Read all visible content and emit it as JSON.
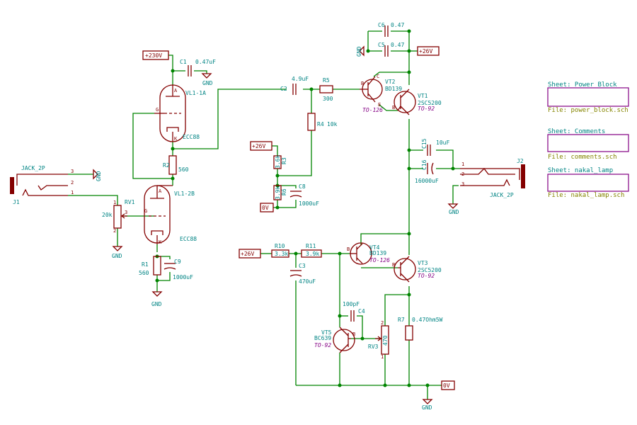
{
  "power": {
    "hv": "+230V",
    "v26": "+26V",
    "zero": "0V",
    "gnd": "GND"
  },
  "tubes": {
    "vl1a": {
      "ref": "VL1-1A",
      "value": "ECC88"
    },
    "vl1b": {
      "ref": "VL1-2B",
      "value": "ECC88"
    }
  },
  "transistors": {
    "vt1": {
      "ref": "VT1",
      "value": "2SC5200",
      "pkg": "TO-92"
    },
    "vt2": {
      "ref": "VT2",
      "value": "BD139",
      "pkg": "TO-126"
    },
    "vt3": {
      "ref": "VT3",
      "value": "2SC5200",
      "pkg": "TO-92"
    },
    "vt4": {
      "ref": "VT4",
      "value": "BD139",
      "pkg": "TO-126"
    },
    "vt5": {
      "ref": "VT5",
      "value": "BC639",
      "pkg": "TO-92"
    }
  },
  "resistors": {
    "r1": {
      "ref": "R1",
      "value": "560"
    },
    "r2": {
      "ref": "R2",
      "value": "560"
    },
    "r3": {
      "ref": "R3",
      "value": "3.6k"
    },
    "r4": {
      "ref": "R4",
      "value": "10k"
    },
    "r5": {
      "ref": "R5",
      "value": "300"
    },
    "r6": {
      "ref": "R6",
      "value": "3.9k"
    },
    "r7": {
      "ref": "R7",
      "value": "0.47Ohm5W"
    },
    "r10": {
      "ref": "R10",
      "value": "3.3k"
    },
    "r11": {
      "ref": "R11",
      "value": "3.9k"
    },
    "rv1": {
      "ref": "RV1",
      "value": "20k"
    },
    "rv3": {
      "ref": "RV3",
      "value": "470"
    }
  },
  "capacitors": {
    "c1": {
      "ref": "C1",
      "value": "0.47uF"
    },
    "c2": {
      "ref": "C2",
      "value": "4.9uF"
    },
    "c3": {
      "ref": "C3",
      "value": "470uF"
    },
    "c4": {
      "ref": "C4",
      "value": "100pF"
    },
    "c5": {
      "ref": "C5",
      "value": "0.47"
    },
    "c6": {
      "ref": "C6",
      "value": "0.47"
    },
    "c8": {
      "ref": "C8",
      "value": "1000uF"
    },
    "c9": {
      "ref": "C9",
      "value": "1000uF"
    },
    "c15": {
      "ref": "C15",
      "value": "10uF"
    },
    "c16": {
      "ref": "C16",
      "value": "16000uF"
    }
  },
  "jacks": {
    "j1": {
      "ref": "J1",
      "value": "JACK_2P"
    },
    "j2": {
      "ref": "J2",
      "value": "JACK_2P"
    }
  },
  "pins": {
    "p1": "1",
    "p2": "2",
    "p3": "3",
    "a": "A",
    "g": "G",
    "k": "K",
    "b": "B",
    "c": "C",
    "e": "E"
  },
  "sheets": [
    {
      "name": "Sheet: Power Block",
      "file": "File: power_block.sch"
    },
    {
      "name": "Sheet: Comments",
      "file": "File: comments.sch"
    },
    {
      "name": "Sheet: nakal_lamp",
      "file": "File: nakal_lamp.sch"
    }
  ],
  "colors": {
    "wire": "#008400",
    "component": "#840000",
    "reference": "#008484",
    "sheet_border": "#840084",
    "sheet_file": "#848400"
  }
}
